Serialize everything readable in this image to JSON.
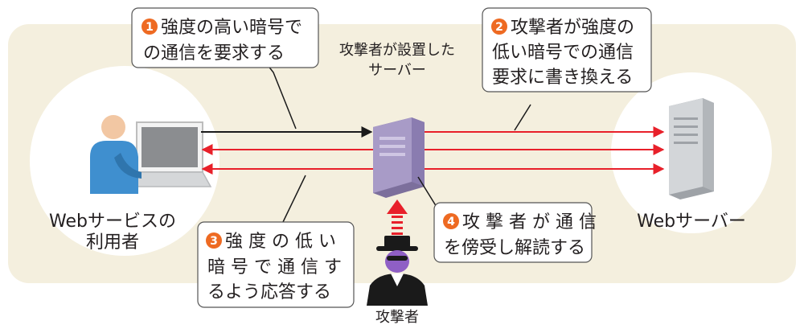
{
  "colors": {
    "panel": "#f4efde",
    "circle": "#ffffff",
    "arrow_red": "#e8202a",
    "arrow_black": "#1a1a1a",
    "step_badge": "#ee6a22",
    "attack_server": "#a89bc7",
    "web_server": "#c9ccd0",
    "user_shirt": "#3f8fcf",
    "user_skin": "#f2c7a3"
  },
  "icons": {
    "user": "user-at-laptop-icon",
    "attacker_server": "server-tower-icon",
    "web_server": "server-tower-icon",
    "attacker": "spy-hacker-icon"
  },
  "labels": {
    "user": [
      "Webサービスの",
      "利用者"
    ],
    "attacker_server": [
      "攻撃者が設置した",
      "サーバー"
    ],
    "web_server": "Webサーバー",
    "attacker": "攻撃者"
  },
  "callouts": [
    {
      "num": "1",
      "lines": [
        "強度の高い暗号で",
        "の通信を要求する"
      ]
    },
    {
      "num": "2",
      "lines": [
        "攻撃者が強度の",
        "低い暗号での通信",
        "要求に書き換える"
      ]
    },
    {
      "num": "3",
      "lines": [
        "強 度 の 低 い",
        "暗 号 で 通 信 す",
        "るよう応答する"
      ]
    },
    {
      "num": "4",
      "lines": [
        "攻 撃 者 が 通 信",
        "を傍受し解読する"
      ]
    }
  ]
}
